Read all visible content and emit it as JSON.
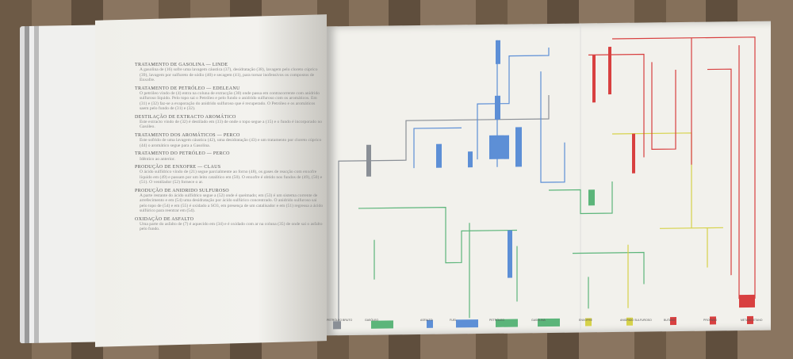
{
  "left_page": {
    "sections": [
      {
        "heading": "TRATAMENTO DE GASOLINA — LINDE",
        "body": "A gasolina de (16) sofre uma lavagem cáustica (37), desidratação (38), lavagem pelo cloreto cúprico (39), lavagem por sulfureto de sódio (40) e secagem (41), para tornar inofensivos os compostos de Enxofre."
      },
      {
        "heading": "TRATAMENTO DE PETRÓLEO — EDELEANU",
        "body": "O petróleo vindo de (4) entra na coluna de extracção (30) onde passa em contracorrente com anidrido sulfuroso líquido. Pelo topo sai o Petróleo e pelo fundo o anidrido sulfuroso com os aromáticos. Em (31) e (32) faz-se a evaporação do anidrido sulfuroso que é recuperado. O Petróleo e os aromáticos saem pelo fundo de (31) e (32)."
      },
      {
        "heading": "DESTILAÇÃO DE EXTRACTO AROMÁTICO",
        "body": "Este extracto vindo de (32) é destilado em (33) de onde o topo segue a (15) e o fundo é incorporado no Gasóleo."
      },
      {
        "heading": "TRATAMENTO DOS AROMÁTICOS — PERCO",
        "body": "Este sofrido de uma lavagem cáustica (42), uma desidratação (43) e um tratamento por cloreto cúprico (44) o aromático segue para a Gasolina."
      },
      {
        "heading": "TRATAMENTO DO PETRÓLEO — PERCO",
        "body": "Idêntico ao anterior."
      },
      {
        "heading": "PRODUÇÃO DE ENXOFRE — CLAUS",
        "body": "O ácido sulfídrico vindo de (21) segue parcialmente ao forno (48), os gases de reacção com enxofre líquido em (49) e passam por um leito catalítico em (50). O enxofre é obtido nos fundos de (49), (50) e (51). O ventilador (52) fornece o ar."
      },
      {
        "heading": "PRODUÇÃO DE ANIDRIDO SULFUROSO",
        "body": "A parte restante do ácido sulfídrico segue a (52) onde é queimado; em (53) é um sistema corrente de arrefecimento e em (54) uma desidratação por ácido sulfúrico concentrado. O anidrido sulfuroso sai pelo topo de (54) e em (55) é oxidado a SO3, em presença de um catalisador e em (51) regressa a ácido sulfúrico para reentrar em (54)."
      },
      {
        "heading": "OXIDAÇÃO DE ASFALTO",
        "body": "Uma parte do asfalto de (7) é aquecido em (34) e é oxidado com ar na coluna (35) de onde sai o asfalto pelo fundo."
      }
    ]
  },
  "diagram": {
    "products": [
      "PETRÓLEO BRUTO",
      "GASÓLEO",
      "ASFALTO",
      "FUEL",
      "PETRÓLEO",
      "GASOLINA",
      "ENXOFRE",
      "ANIDRIDO SULFUROSO",
      "BUTANO",
      "PROPANO",
      "METANO ETANO"
    ],
    "colors": {
      "grey": "#8a8f96",
      "blue": "#5d8fd6",
      "green": "#5cb57a",
      "teal": "#4fa8a0",
      "yellow": "#d6d24a",
      "red": "#d84040"
    }
  }
}
